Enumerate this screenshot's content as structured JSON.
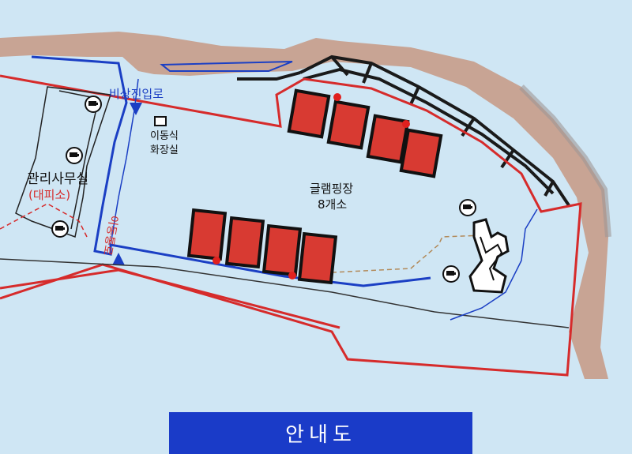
{
  "labels": {
    "emergency_entrance": "비상진입로",
    "portable_toilet_line1": "이동식",
    "portable_toilet_line2": "화장실",
    "glamping_line1": "글램핑장",
    "glamping_line2": "8개소",
    "office_line1": "관리사무실",
    "office_line2": "(대피소)",
    "walkway": "이동통로"
  },
  "banner": {
    "title": "안내도"
  },
  "legend_colors": {
    "background": "#cfe6f4",
    "boundary": "#d62b2b",
    "path": "#1b3fc4",
    "coast": "#c49a86",
    "tent": "#d83a32"
  },
  "icons": [
    "cctv-camera-icon"
  ]
}
